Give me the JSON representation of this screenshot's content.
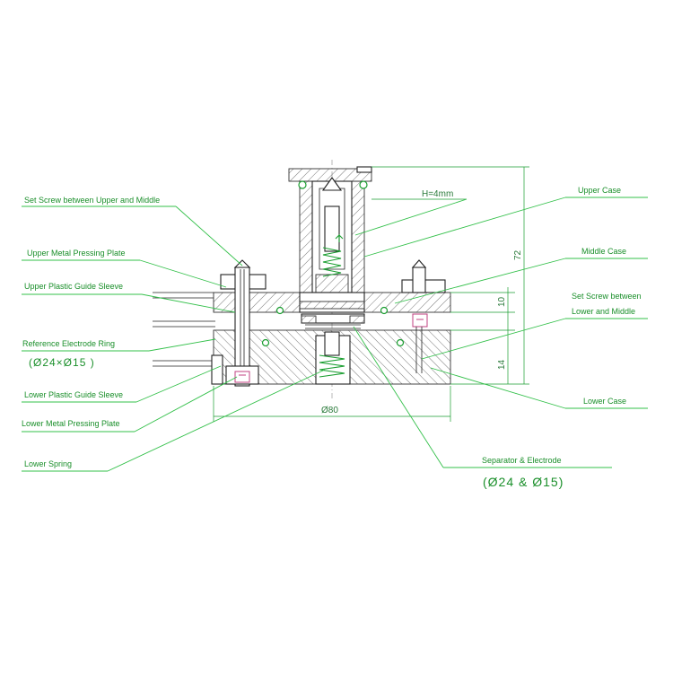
{
  "labels": {
    "set_screw_upper_middle": "Set Screw between Upper and Middle",
    "upper_metal_plate": "Upper Metal Pressing Plate",
    "upper_plastic_sleeve": "Upper Plastic Guide Sleeve",
    "reference_ring": "Reference Electrode Ring",
    "reference_ring_dims": "(Ø24×Ø15 )",
    "lower_plastic_sleeve": "Lower Plastic Guide Sleeve",
    "lower_metal_plate": "Lower Metal Pressing Plate",
    "lower_spring": "Lower Spring",
    "upper_case": "Upper Case",
    "middle_case": "Middle Case",
    "set_screw_lower_middle_1": "Set Screw between",
    "set_screw_lower_middle_2": "Lower and Middle",
    "lower_case": "Lower Case",
    "separator_electrode": "Separator & Electrode",
    "separator_electrode_dims": "(Ø24 & Ø15)"
  },
  "dimensions": {
    "height": "H=4mm",
    "total_height": "72",
    "middle_height": "10",
    "lower_height": "14",
    "diameter": "Ø80"
  },
  "colors": {
    "label": "#1a8f2a",
    "leader": "#33c04a",
    "outline": "#222222",
    "spring": "#1a9e30"
  }
}
